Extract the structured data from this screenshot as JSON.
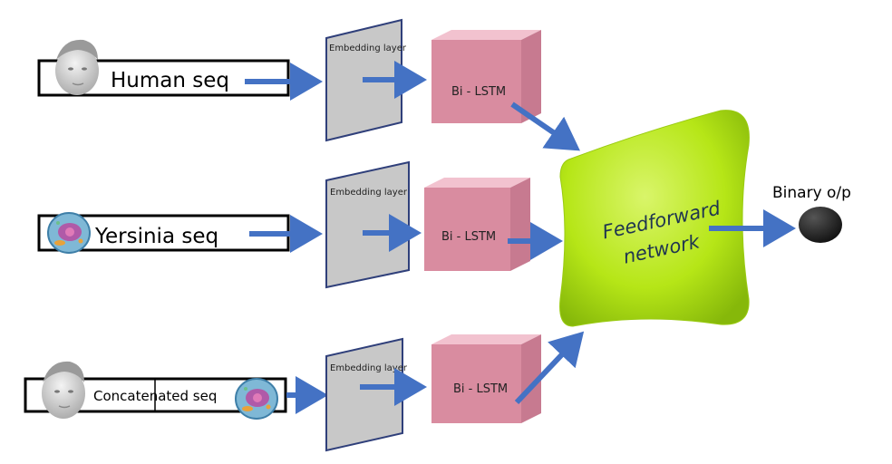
{
  "inputs": [
    {
      "label": "Human seq",
      "icon": "human-face-icon"
    },
    {
      "label": "Yersinia seq",
      "icon": "cell-icon"
    },
    {
      "label": "Concatenated seq",
      "icons": [
        "human-face-icon",
        "cell-icon"
      ]
    }
  ],
  "embedding_label": "Embedding layer",
  "lstm_label": "Bi - LSTM",
  "feedforward": {
    "line1": "Feedforward",
    "line2": "network"
  },
  "output_label": "Binary o/p",
  "colors": {
    "arrow": "#4472c4",
    "embedding_fill": "#c8c8c8",
    "embedding_stroke": "#2f3f7a",
    "lstm_front": "#d98ca0",
    "lstm_top": "#f2c2cf",
    "lstm_side": "#c77a90",
    "feedforward": "#b6e617",
    "output_node": "#1a1a1a"
  }
}
